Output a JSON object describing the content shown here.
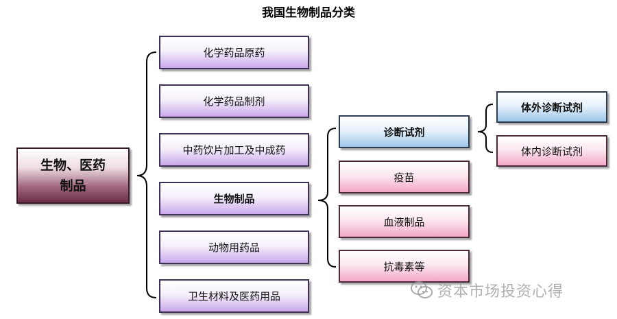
{
  "title": "我国生物制品分类",
  "root": {
    "line1": "生物、医药",
    "line2": "制品"
  },
  "level1": [
    "化学药品原药",
    "化学药品制剂",
    "中药饮片加工及中成药",
    "生物制品",
    "动物用药品",
    "卫生材料及医药用品"
  ],
  "level2": [
    "诊断试剂",
    "疫苗",
    "血液制品",
    "抗毒素等"
  ],
  "level3": [
    "体外诊断试剂",
    "体内诊断试剂"
  ],
  "watermark": "资本市场投资心得",
  "colors": {
    "root_dark": "#6a2d48",
    "purple": "#c9a8eb",
    "blue": "#9ec6ea",
    "pink": "#f4a7c8"
  },
  "icons": {
    "watermark": "wechat-icon"
  }
}
